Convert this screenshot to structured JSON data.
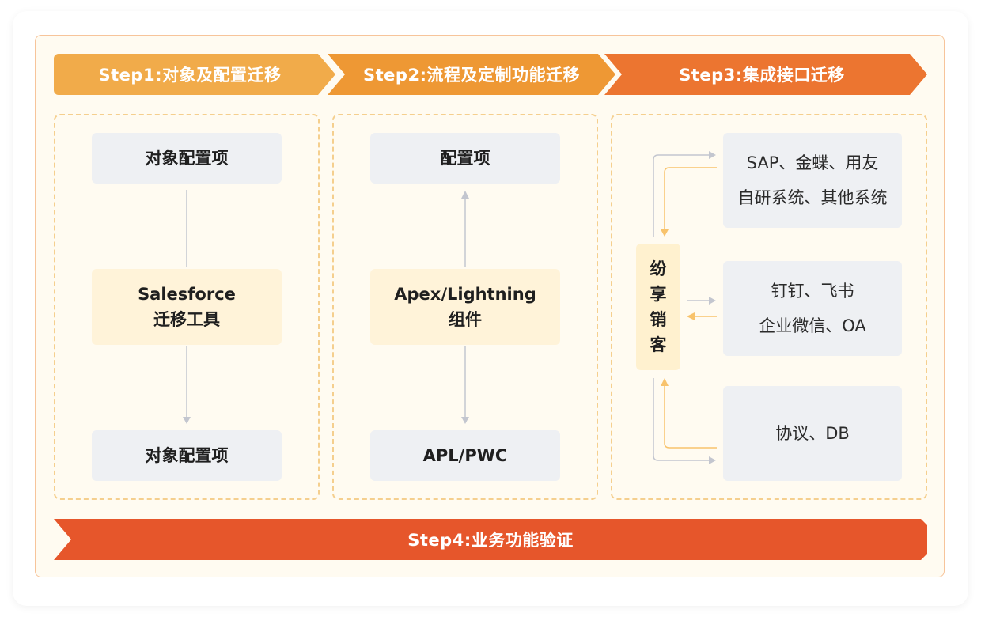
{
  "steps": {
    "step1": "Step1:对象及配置迁移",
    "step2": "Step2:流程及定制功能迁移",
    "step3": "Step3:集成接口迁移",
    "step4": "Step4:业务功能验证"
  },
  "column1": {
    "top": "对象配置项",
    "middle_line1": "Salesforce",
    "middle_line2": "迁移工具",
    "bottom": "对象配置项"
  },
  "column2": {
    "top": "配置项",
    "middle_line1": "Apex/Lightning",
    "middle_line2": "组件",
    "bottom": "APL/PWC"
  },
  "column3": {
    "hub_chars": [
      "纷",
      "享",
      "销",
      "客"
    ],
    "systems": [
      {
        "line1": "SAP、金蝶、用友",
        "line2": "自研系统、其他系统"
      },
      {
        "line1": "钉钉、飞书",
        "line2": "企业微信、OA"
      },
      {
        "line1": "协议、DB"
      }
    ]
  },
  "colors": {
    "step1": "#f1ab4a",
    "step2": "#ee9834",
    "step3": "#ec7530",
    "step4": "#e6562b",
    "arrow_grey": "#c3c6cf",
    "arrow_orange": "#f8c36c",
    "box_grey": "#eef0f3",
    "box_cream": "#fff3d9"
  }
}
